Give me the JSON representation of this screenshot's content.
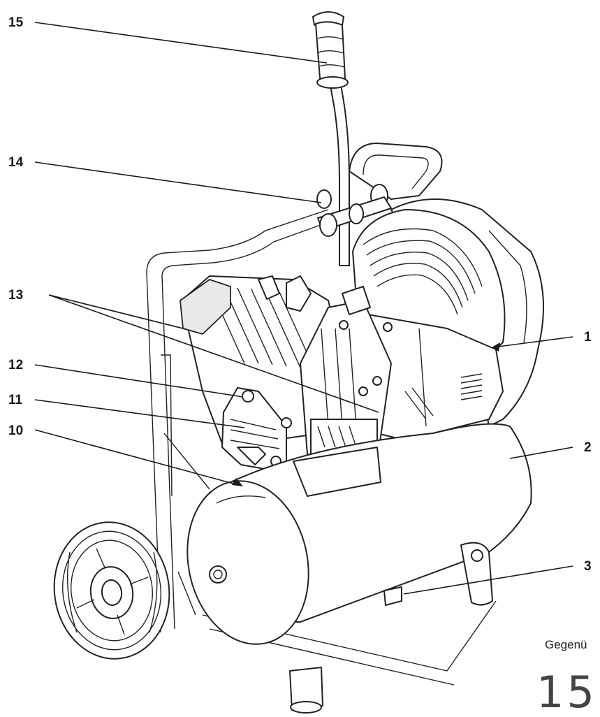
{
  "diagram": {
    "callouts": [
      {
        "id": "15",
        "label": "15"
      },
      {
        "id": "14",
        "label": "14"
      },
      {
        "id": "13",
        "label": "13"
      },
      {
        "id": "12",
        "label": "12"
      },
      {
        "id": "11",
        "label": "11"
      },
      {
        "id": "10",
        "label": "10"
      },
      {
        "id": "1",
        "label": "1"
      },
      {
        "id": "2",
        "label": "2"
      },
      {
        "id": "3",
        "label": "3"
      }
    ],
    "caption_fragment": "Gegenü",
    "cut_off_glyphs": "15"
  }
}
